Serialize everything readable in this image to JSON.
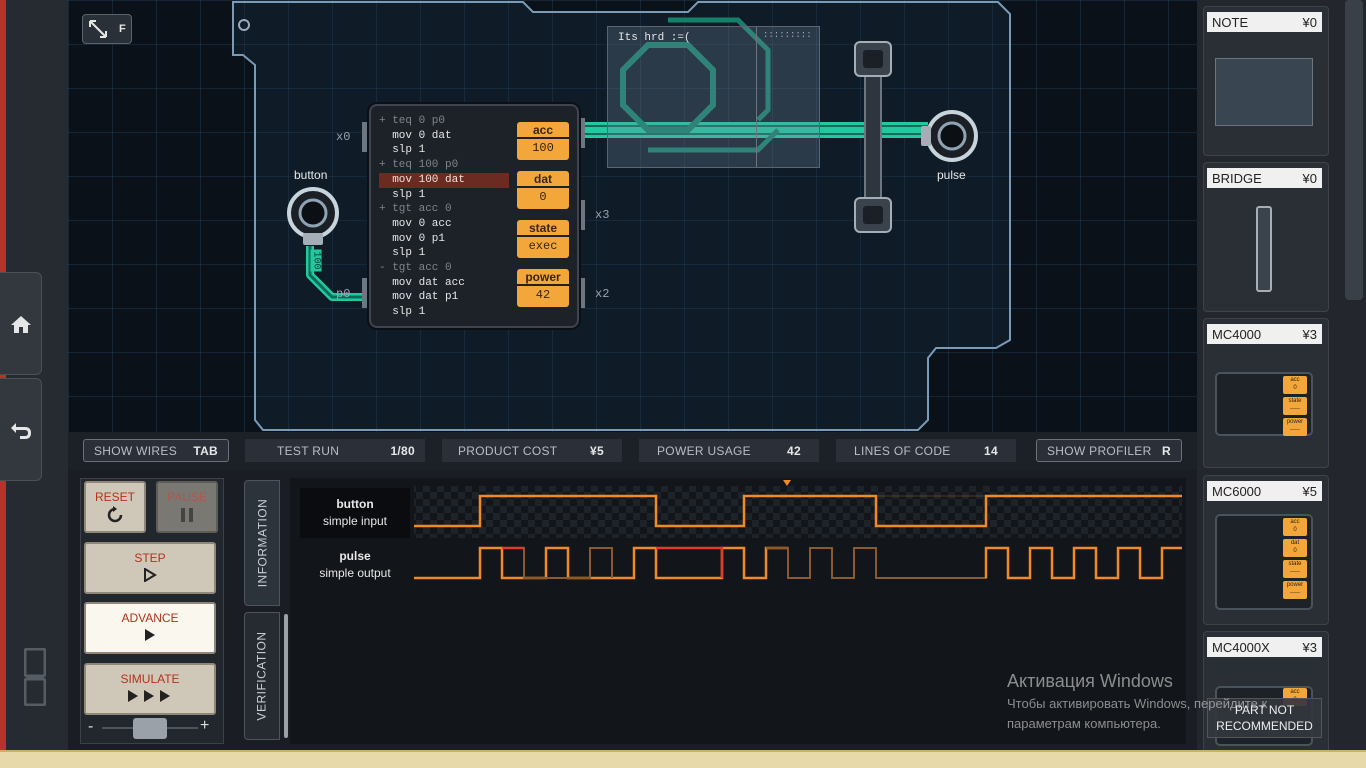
{
  "board": {
    "fullscreen_key": "F",
    "pins": {
      "x0": "x0",
      "p0": "p0",
      "x3": "x3",
      "x2": "x2"
    },
    "button_label": "button",
    "pulse_label": "pulse",
    "wire_value": "100"
  },
  "controller": {
    "code": [
      {
        "text": "+ teq 0 p0",
        "style": "dim"
      },
      {
        "text": "  mov 0 dat",
        "style": "normal"
      },
      {
        "text": "  slp 1",
        "style": "normal"
      },
      {
        "text": "+ teq 100 p0",
        "style": "dim"
      },
      {
        "text": "  mov 100 dat",
        "style": "hl"
      },
      {
        "text": "  slp 1",
        "style": "normal"
      },
      {
        "text": "+ tgt acc 0",
        "style": "dim"
      },
      {
        "text": "  mov 0 acc",
        "style": "normal"
      },
      {
        "text": "  mov 0 p1",
        "style": "normal"
      },
      {
        "text": "  slp 1",
        "style": "normal"
      },
      {
        "text": "- tgt acc 0",
        "style": "dim"
      },
      {
        "text": "  mov dat acc",
        "style": "normal"
      },
      {
        "text": "  mov dat p1",
        "style": "normal"
      },
      {
        "text": "  slp 1",
        "style": "normal"
      }
    ],
    "registers": [
      {
        "name": "acc",
        "value": "100"
      },
      {
        "name": "dat",
        "value": "0"
      },
      {
        "name": "state",
        "value": "exec"
      },
      {
        "name": "power",
        "value": "42"
      }
    ]
  },
  "note": {
    "text": "Its hrd :=(",
    "dots": ":::::::::"
  },
  "toolbar": {
    "show_wires": "SHOW WIRES",
    "show_wires_key": "TAB",
    "test_run": "TEST RUN",
    "test_run_value": "1/80",
    "product_cost": "PRODUCT COST",
    "product_cost_value": "¥5",
    "power_usage": "POWER USAGE",
    "power_usage_value": "42",
    "lines_of_code": "LINES OF CODE",
    "lines_of_code_value": "14",
    "show_profiler": "SHOW PROFILER",
    "show_profiler_key": "R"
  },
  "controls": {
    "reset": "RESET",
    "pause": "PAUSE",
    "step": "STEP",
    "advance": "ADVANCE",
    "simulate": "SIMULATE",
    "minus": "-",
    "plus": "+"
  },
  "tabs": {
    "information": "INFORMATION",
    "verification": "VERIFICATION"
  },
  "signals": [
    {
      "name": "button",
      "type": "simple input"
    },
    {
      "name": "pulse",
      "type": "simple output"
    }
  ],
  "parts": [
    {
      "name": "NOTE",
      "cost": "¥0"
    },
    {
      "name": "BRIDGE",
      "cost": "¥0"
    },
    {
      "name": "MC4000",
      "cost": "¥3"
    },
    {
      "name": "MC6000",
      "cost": "¥5"
    },
    {
      "name": "MC4000X",
      "cost": "¥3"
    }
  ],
  "part_warning": "PART NOT RECOMMENDED",
  "mini_registers": {
    "mc4000": [
      "acc",
      "state",
      "power"
    ],
    "mc6000": [
      "acc",
      "dat",
      "state",
      "power"
    ],
    "mc4000x": [
      "acc"
    ]
  },
  "mini_values": {
    "mc4000": [
      "0",
      "-----",
      "-----"
    ],
    "mc6000": [
      "0",
      "0",
      "-----",
      "-----"
    ],
    "mc4000x": [
      "0"
    ]
  },
  "watermark": {
    "title": "Активация Windows",
    "line1": "Чтобы активировать Windows, перейдите к",
    "line2": "параметрам компьютера."
  },
  "colors": {
    "accent": "#f3a73b",
    "wire": "#20c9a0",
    "red": "#b8322c",
    "wave": "#f08a24"
  }
}
